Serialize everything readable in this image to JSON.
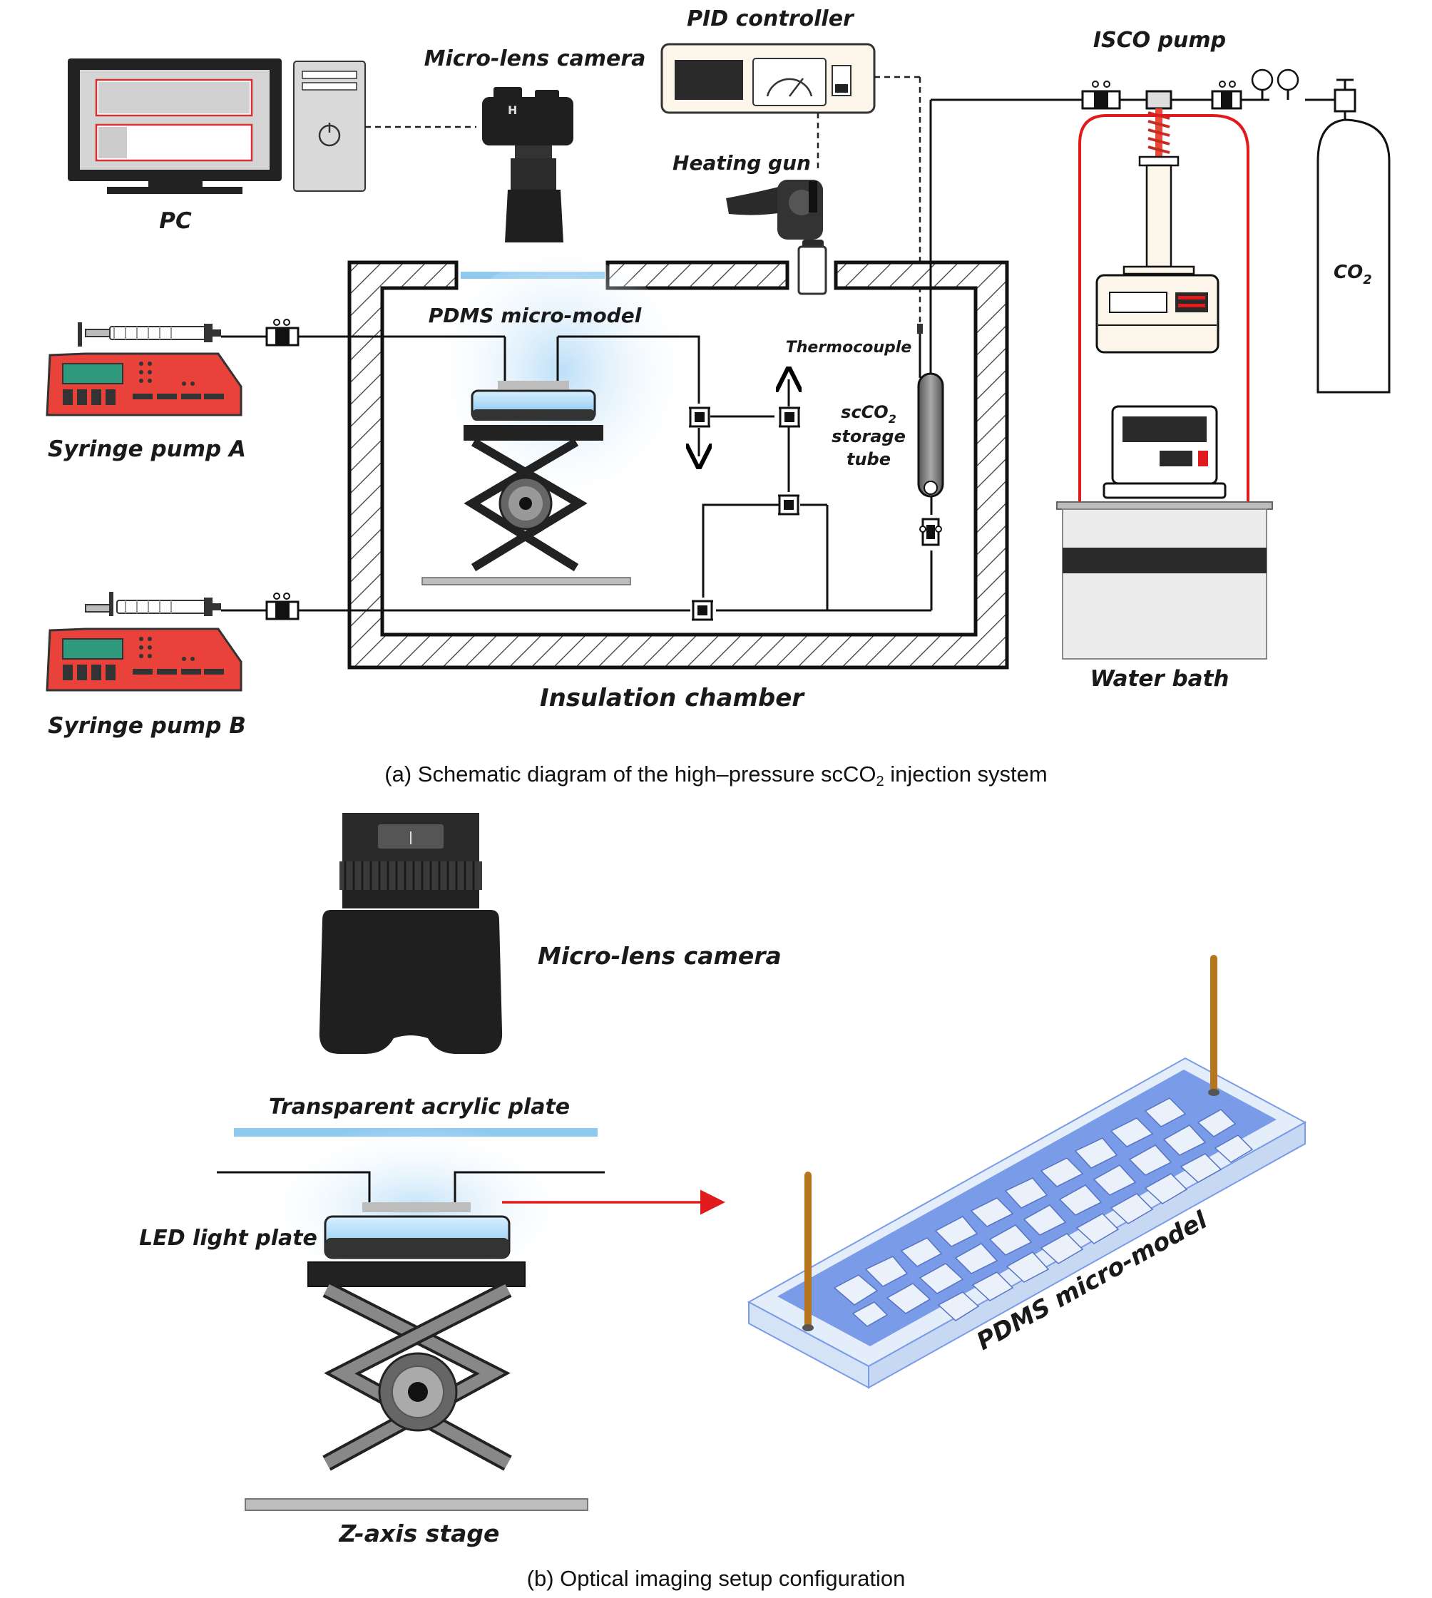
{
  "panel_a": {
    "labels": {
      "pc": "PC",
      "camera": "Micro-lens camera",
      "pid": "PID controller",
      "isco": "ISCO pump",
      "heating_gun": "Heating gun",
      "co2_base": "CO",
      "co2_sub": "2",
      "pdms": "PDMS micro-model",
      "thermocouple": "Thermocouple",
      "storage_line1_base": "scCO",
      "storage_line1_sub": "2",
      "storage_line2": "storage",
      "storage_line3": "tube",
      "syringe_a": "Syringe pump A",
      "syringe_b": "Syringe pump B",
      "insulation": "Insulation chamber",
      "water_bath": "Water bath"
    },
    "caption_before": "(a) Schematic diagram of the high–pressure scCO",
    "caption_sub": "2",
    "caption_after": " injection system"
  },
  "panel_b": {
    "labels": {
      "camera": "Micro-lens camera",
      "acrylic": "Transparent acrylic plate",
      "led": "LED light plate",
      "pdms": "PDMS micro-model",
      "zstage": "Z-axis stage"
    },
    "caption": "(b) Optical imaging setup configuration"
  },
  "colors": {
    "pump_red": "#e8423a",
    "line_red": "#e11b1b",
    "acrylic_blue": "#8ec9f0",
    "channel_blue": "#7a9be8",
    "rod_brown": "#b5761e"
  }
}
